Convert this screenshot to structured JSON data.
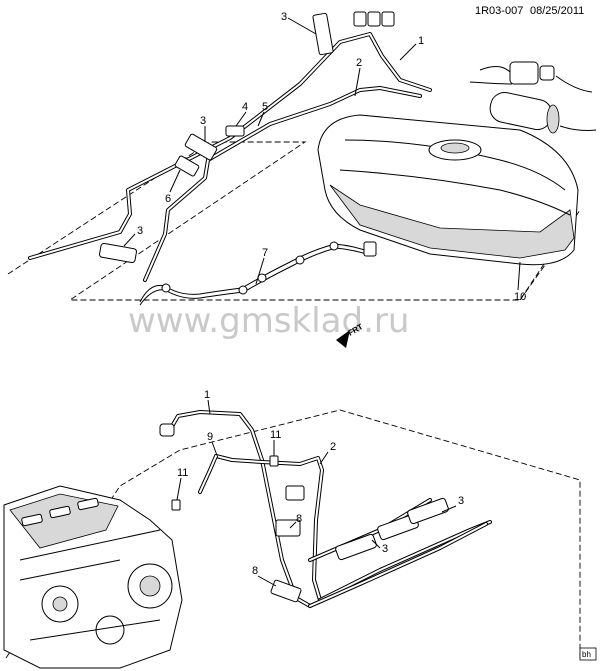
{
  "header": {
    "ref": "1R03-007",
    "date": "08/25/2011"
  },
  "watermark": "www.gmsklad.ru",
  "direction_label": "FRT",
  "badge": "bh",
  "callouts": {
    "top": [
      "3",
      "1",
      "2",
      "3",
      "4",
      "5",
      "6",
      "3",
      "7",
      "10"
    ],
    "bottom": [
      "1",
      "9",
      "11",
      "2",
      "11",
      "3",
      "8",
      "3",
      "8"
    ]
  },
  "icons": [
    "fuel-tank",
    "evap-canister",
    "fuel-pump-module",
    "engine",
    "fuel-line",
    "evap-line",
    "pipe-clip",
    "wiring-harness",
    "front-arrow"
  ]
}
